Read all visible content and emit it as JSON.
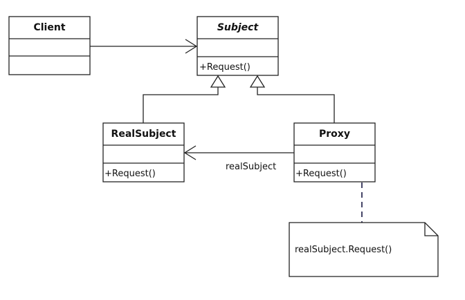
{
  "classes": {
    "client": {
      "name": "Client",
      "operations": []
    },
    "subject": {
      "name": "Subject",
      "abstract": true,
      "operations": [
        "+Request()"
      ]
    },
    "real_subject": {
      "name": "RealSubject",
      "operations": [
        "+Request()"
      ]
    },
    "proxy": {
      "name": "Proxy",
      "operations": [
        "+Request()"
      ]
    }
  },
  "associations": {
    "proxy_to_real_subject": {
      "role": "realSubject"
    }
  },
  "note": {
    "text": "realSubject.Request()"
  }
}
